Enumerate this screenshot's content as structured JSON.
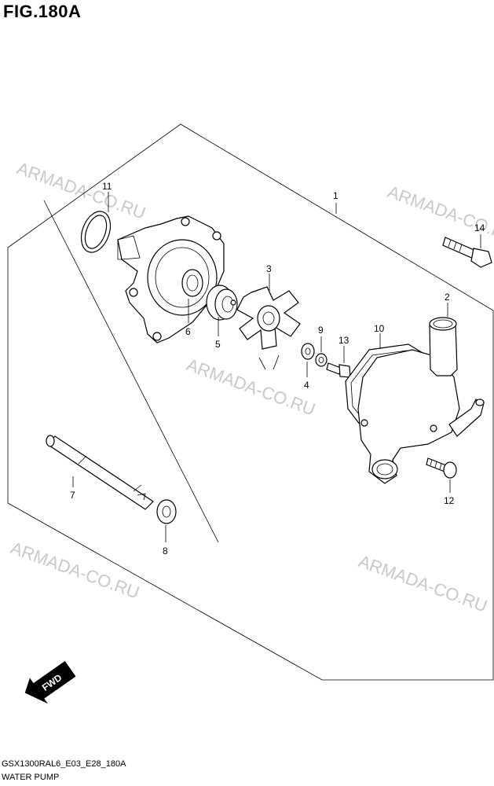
{
  "header": {
    "title": "FIG.180A"
  },
  "watermark": {
    "text": "ARMADA-CO.RU",
    "color": "#c8c8c8"
  },
  "callouts": {
    "p1": "1",
    "p2": "2",
    "p3": "3",
    "p4": "4",
    "p5": "5",
    "p6": "6",
    "p7": "7",
    "p8": "8",
    "p9": "9",
    "p10": "10",
    "p11": "11",
    "p12": "12",
    "p13": "13",
    "p14": "14"
  },
  "fwd_label": "FWD",
  "footer": {
    "code": "GSX1300RAL6_E03_E28_180A",
    "name": "WATER PUMP"
  }
}
